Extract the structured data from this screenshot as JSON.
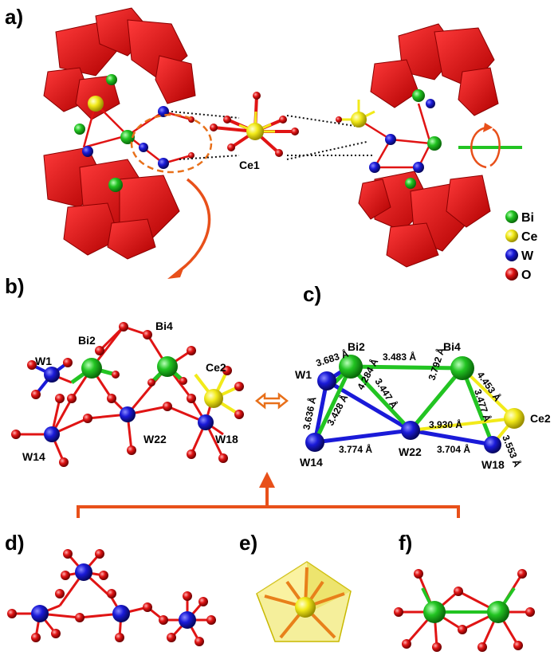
{
  "panels": {
    "a": "a)",
    "b": "b)",
    "c": "c)",
    "d": "d)",
    "e": "e)",
    "f": "f)"
  },
  "legend": {
    "bi": "Bi",
    "ce": "Ce",
    "w": "W",
    "o": "O"
  },
  "atoms": {
    "ce1": "Ce1",
    "ce2": "Ce2",
    "bi2": "Bi2",
    "bi4": "Bi4",
    "w1": "W1",
    "w14": "W14",
    "w18": "W18",
    "w22": "W22"
  },
  "distances": {
    "w1_bi2": "3.683 Å",
    "bi2_bi4": "3.483 Å",
    "bi2_w22": "3.447 Å",
    "bi4_w22": "3.792 Å",
    "bi4_ce2": "4.453 Å",
    "w1_w22": "4.284 Å",
    "bi2_w14": "3.428 Å",
    "w1_w14": "3.636 Å",
    "w14_w22": "3.774 Å",
    "w22_ce2": "3.930 Å",
    "bi4_w18": "3.477 Å",
    "w22_w18": "3.704 Å",
    "w18_ce2": "3.553 Å"
  },
  "colors": {
    "bi": "#22c422",
    "ce": "#f2ea1a",
    "w": "#1a1ad8",
    "o": "#e01414",
    "polyhedron": "#e31212",
    "arrow": "#e8501a"
  }
}
